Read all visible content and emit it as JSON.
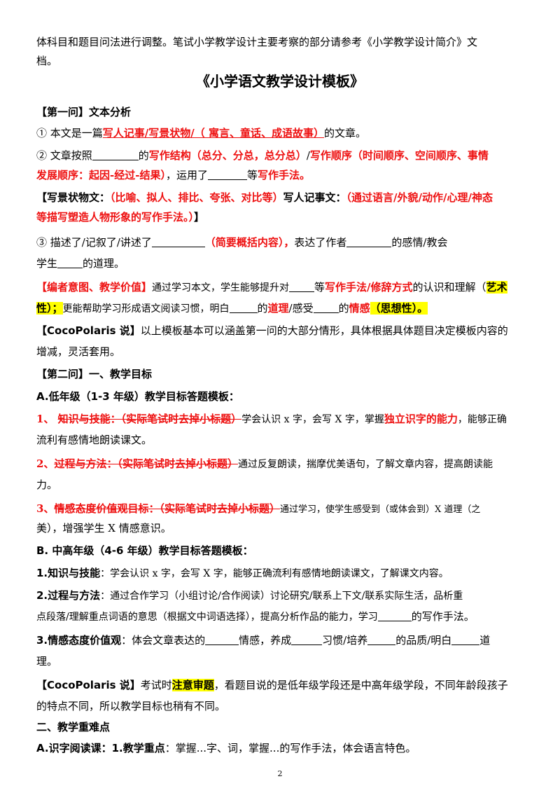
{
  "intro": {
    "l1": "体科目和题目问法进行调整。笔试小学教学设计主要考察的部分请参考《小学教学设计简介》文",
    "l2": "档。"
  },
  "doc_title": "《小学语文教学设计模板》",
  "q1": {
    "heading": "【第一问】文本分析",
    "p1": {
      "a": "① 本文是一篇",
      "b": "写人记事/写景状物/（ 寓言、童话、成语故事）",
      "c": "的文章。"
    },
    "p2": {
      "a": "② 文章按照",
      "b": "的",
      "c": "写作结构（总分、分总，总分总）",
      "d": "/",
      "e": "写作顺序（时间顺序、空间顺序、事情",
      "f": "发展顺序：起因-经过-结果）",
      "g": "，运用了",
      "h": "等",
      "i": "写作手法。"
    },
    "p3": {
      "a": "【写景状物文：",
      "b": "（比喻、拟人、排比、夸张、对比等）",
      "c": "写人记事文：",
      "d": "（通过语言/外貌/动作/心理/神态",
      "e": "等描写塑造人物形象的写作手法。）",
      "f": "】"
    },
    "p4": {
      "a": "③ 描述了/记叙了/讲述了",
      "b": "（简要概括内容），",
      "c": "表达了作者",
      "d": "的感情/教会",
      "e": "学生",
      "f": "的道理。"
    },
    "p5": {
      "a": "【编者意图、教学价值】",
      "b": "通过学习本文，学生能够提升对",
      "c": "等",
      "d": "写作手法/修辞方式",
      "e": "的认识和理解（",
      "f": "艺术",
      "g": "性）；",
      "h": "更能帮助学习形成语文阅读习惯，明白",
      "i": "的",
      "j": "道理",
      "k": "/感受",
      "l": "的",
      "m": "情感",
      "n": "（思想性）。"
    },
    "p6": {
      "a": "【CocoPolaris 说】",
      "b": "以上模板基本可以涵盖第一问的大部分情形，具体根据具体题目决定模板内容的",
      "c": "增减，灵活套用。"
    }
  },
  "q2": {
    "heading": "【第二问】一、教学目标",
    "a_heading": "A.低年级（1-3 年级）教学目标答题模板：",
    "a1": {
      "n": "1、 ",
      "label": "知识与技能：（实际笔试时去掉小标题）",
      "t1": "学会认识 x 字，会写 X 字，掌握",
      "t2": "独立识字的能力",
      "t3": "，能够正确",
      "t4": "流利有感情地朗读课文。"
    },
    "a2": {
      "n": "2、",
      "label": "过程与方法：（实际笔试时去掉小标题）",
      "t1": "通过反复朗读，揣摩优美语句，了解文章内容，提高朗读能",
      "t2": "力。"
    },
    "a3": {
      "n": "3、",
      "label": "情感态度价值观目标：（实际笔试时去掉小标题）",
      "t1": "通过学习，使学生感受到（或体会到）X 道理（之",
      "t2": "美），增强学生 X 情感意识。"
    },
    "b_heading": "B. 中高年级（4-6 年级）教学目标答题模板：",
    "b1": {
      "label": "1.知识与技能",
      "t": "：学会认识 x 字，会写 X 字，能够正确流利有感情地朗读课文，了解课文内容。"
    },
    "b2": {
      "label": "2.过程与方法",
      "t1": "：通过合作学习（小组讨论/合作阅读）讨论研究/联系上下文/联系实际生活，品析重",
      "t2": "点段落/理解重点词语的意思（根据文中词语选择），提高分析作品的能力，学习",
      "t3": "的写作手法。"
    },
    "b3": {
      "label": "3.情感态度价值观",
      "t1": "：体会文章表达的",
      "t2": "情感，养成",
      "t3": "习惯/培养",
      "t4": "的品质/明白",
      "t5": "道",
      "t6": "理。"
    },
    "note": {
      "a": "【CocoPolaris 说】",
      "b": "考试时",
      "c": "注意审题",
      "d": "，看题目说的是低年级学段还是中高年级学段，不同年龄段孩子",
      "e": "的特点不同，所以教学目标也稍有不同。"
    }
  },
  "part2": {
    "heading": "二、教学重难点",
    "line": {
      "a": "A.识字阅读课：1.教学重点",
      "b": "：掌握...字、词，掌握...的写作手法，体会语言特色。"
    }
  },
  "page_number": "2"
}
